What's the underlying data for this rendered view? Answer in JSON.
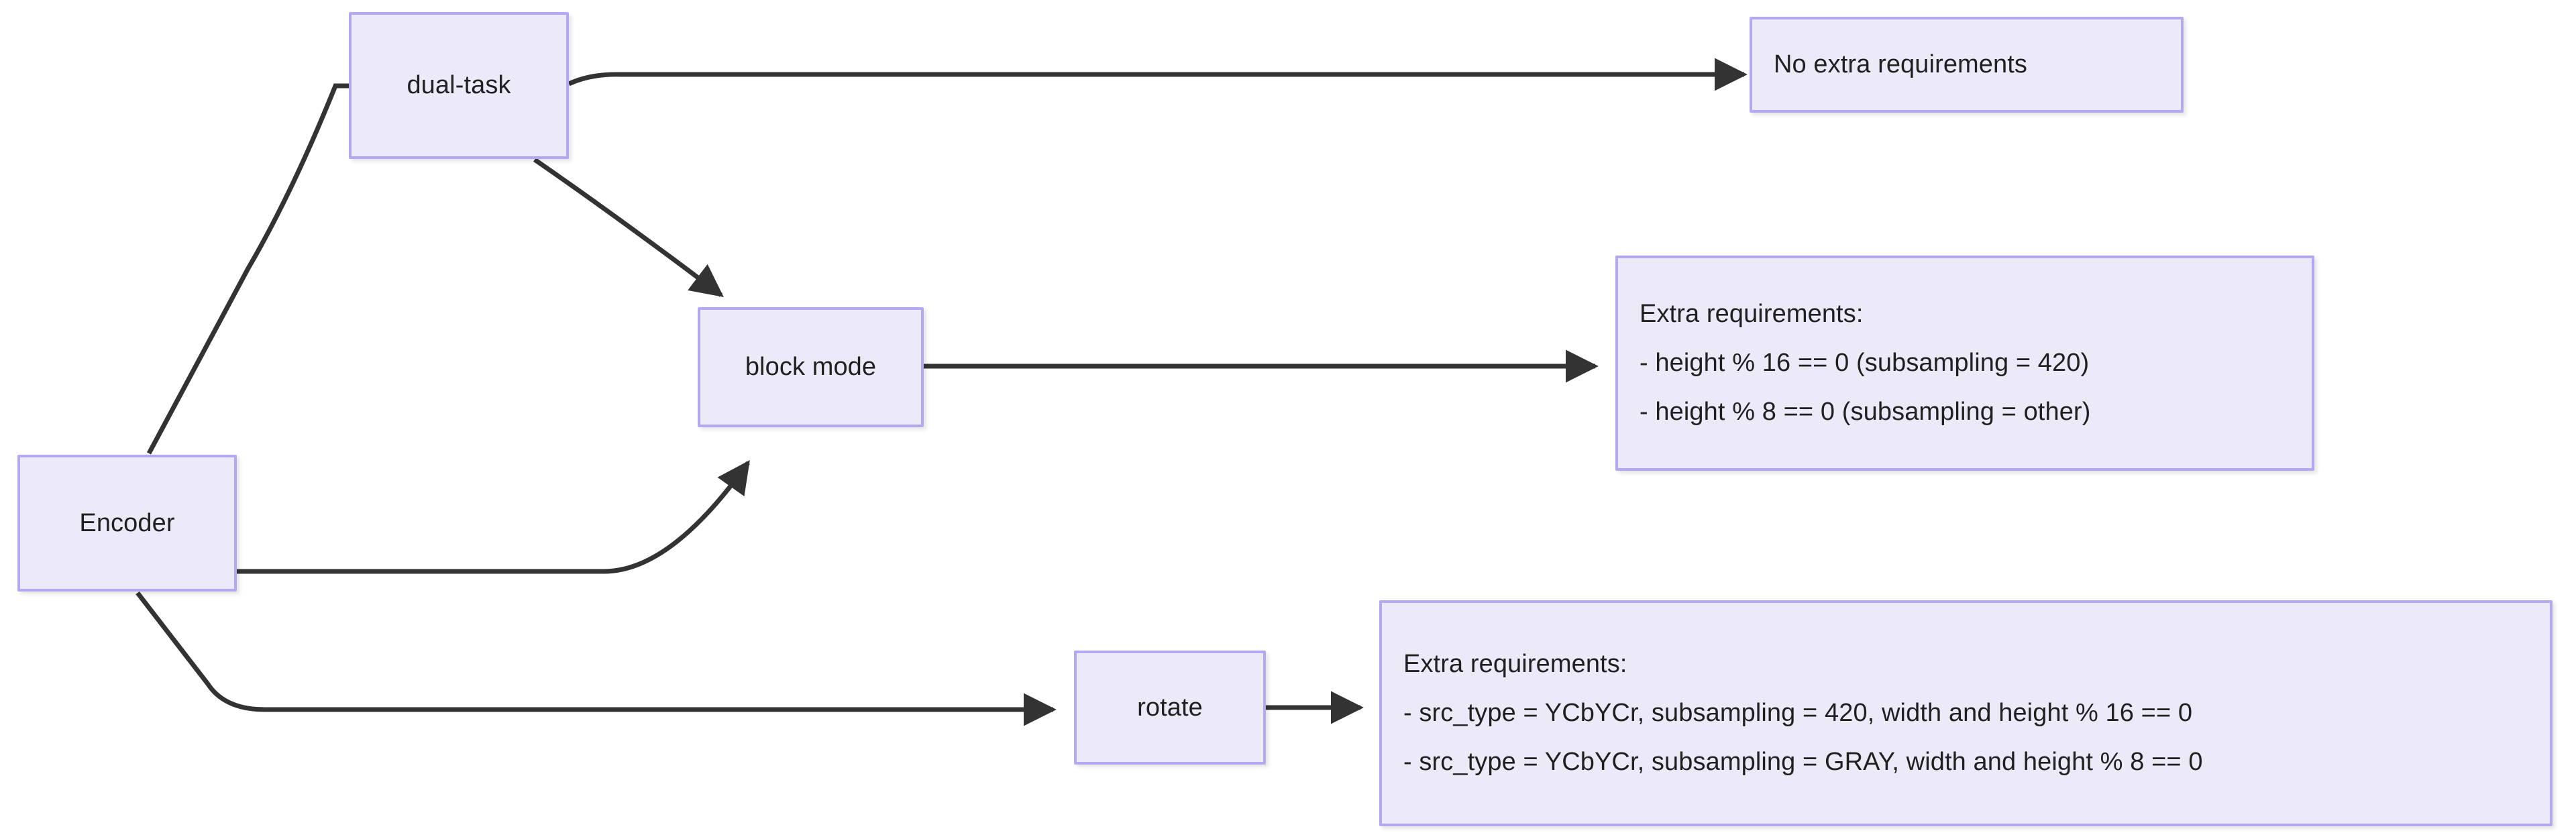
{
  "diagram": {
    "type": "flowchart",
    "direction": "left-to-right",
    "background_color": "#ffffff",
    "node_fill_color": "#eceaf9",
    "node_border_color": "#b3a9f2",
    "edge_color": "#333333",
    "text_color": "#1f2020",
    "nodes": {
      "encoder": {
        "label": "Encoder"
      },
      "dual_task": {
        "label": "dual-task"
      },
      "block_mode": {
        "label": "block mode"
      },
      "rotate": {
        "label": "rotate"
      },
      "no_extra_requirements": {
        "label": "No extra requirements"
      },
      "extra_requirements_height": {
        "lines": [
          "Extra requirements:",
          "- height % 16 == 0 (subsampling = 420)",
          "- height % 8 == 0 (subsampling = other)"
        ]
      },
      "extra_requirements_rotate": {
        "lines": [
          "Extra requirements:",
          "- src_type = YCbYCr, subsampling = 420, width and height % 16 == 0",
          "- src_type = YCbYCr, subsampling = GRAY, width and height % 8 == 0"
        ]
      }
    },
    "edges": [
      {
        "from": "encoder",
        "to": "dual_task",
        "label": ""
      },
      {
        "from": "encoder",
        "to": "block_mode",
        "label": ""
      },
      {
        "from": "encoder",
        "to": "rotate",
        "label": ""
      },
      {
        "from": "dual_task",
        "to": "no_extra_requirements",
        "label": ""
      },
      {
        "from": "dual_task",
        "to": "block_mode",
        "label": ""
      },
      {
        "from": "block_mode",
        "to": "extra_requirements_height",
        "label": ""
      },
      {
        "from": "rotate",
        "to": "extra_requirements_rotate",
        "label": ""
      }
    ]
  }
}
